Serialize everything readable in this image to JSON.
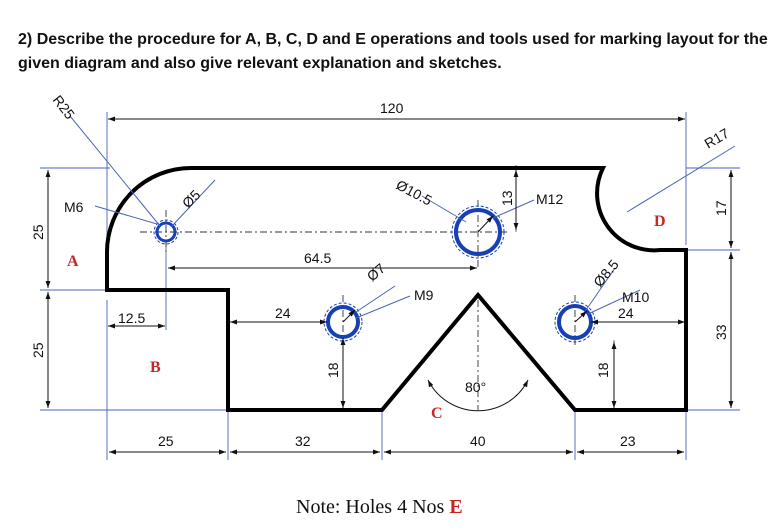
{
  "question": {
    "number": "2)",
    "text": "Describe the procedure for A, B, C, D and E operations and tools used for marking layout for the given diagram and also give relevant explanation and sketches."
  },
  "dimensions": {
    "r25": "R25",
    "len120": "120",
    "r17": "R17",
    "m6": "M6",
    "d5": "Ø5",
    "d10_5": "Ø10.5",
    "v13": "13",
    "m12": "M12",
    "len64_5": "64.5",
    "d7": "Ø7",
    "m9": "M9",
    "d8_5": "Ø8.5",
    "m10": "M10",
    "v24r": "24",
    "v12_5": "12.5",
    "v24l": "24",
    "v18a": "18",
    "v18b": "18",
    "ang80": "80°",
    "h25a": "25",
    "h25b": "25",
    "v17": "17",
    "v33": "33",
    "b25": "25",
    "b32": "32",
    "b40": "40",
    "b23": "23"
  },
  "operation_labels": {
    "a": "A",
    "b": "B",
    "c": "C",
    "d": "D"
  },
  "note": {
    "text": "Note: Holes 4 Nos",
    "mark": "E"
  },
  "colors": {
    "hole": "#1640b4",
    "label": "#c62828",
    "dimension_line": "#4a63b8"
  }
}
